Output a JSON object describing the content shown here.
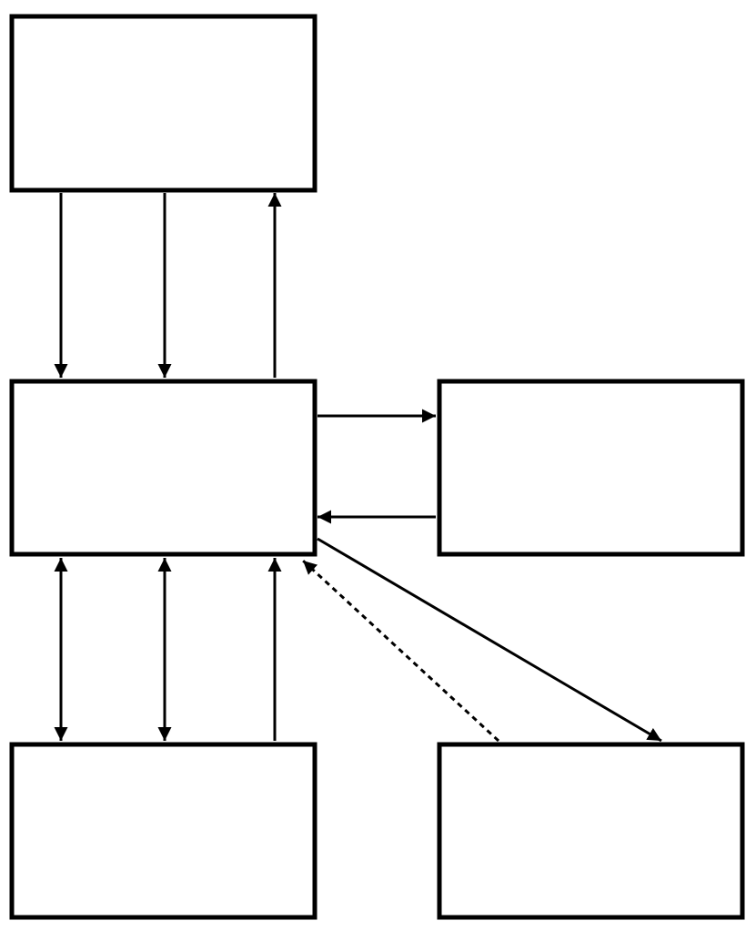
{
  "diagram": {
    "style": {
      "stroke_color": "#000000",
      "background_color": "#ffffff"
    },
    "nodes": [
      {
        "id": "top-left",
        "label": ""
      },
      {
        "id": "middle-left",
        "label": ""
      },
      {
        "id": "middle-right",
        "label": ""
      },
      {
        "id": "bottom-left",
        "label": ""
      },
      {
        "id": "bottom-right",
        "label": ""
      }
    ],
    "edges": [
      {
        "from": "top-left",
        "to": "middle-left",
        "style": "solid",
        "direction": "forward"
      },
      {
        "from": "top-left",
        "to": "middle-left",
        "style": "solid",
        "direction": "forward"
      },
      {
        "from": "middle-left",
        "to": "top-left",
        "style": "solid",
        "direction": "forward"
      },
      {
        "from": "middle-left",
        "to": "middle-right",
        "style": "solid",
        "direction": "forward"
      },
      {
        "from": "middle-right",
        "to": "middle-left",
        "style": "solid",
        "direction": "forward"
      },
      {
        "from": "middle-left",
        "to": "bottom-left",
        "style": "solid",
        "direction": "both"
      },
      {
        "from": "middle-left",
        "to": "bottom-left",
        "style": "solid",
        "direction": "both"
      },
      {
        "from": "bottom-left",
        "to": "middle-left",
        "style": "solid",
        "direction": "forward"
      },
      {
        "from": "middle-left",
        "to": "bottom-right",
        "style": "solid",
        "direction": "forward"
      },
      {
        "from": "bottom-right",
        "to": "middle-left",
        "style": "dashed",
        "direction": "forward"
      }
    ]
  }
}
